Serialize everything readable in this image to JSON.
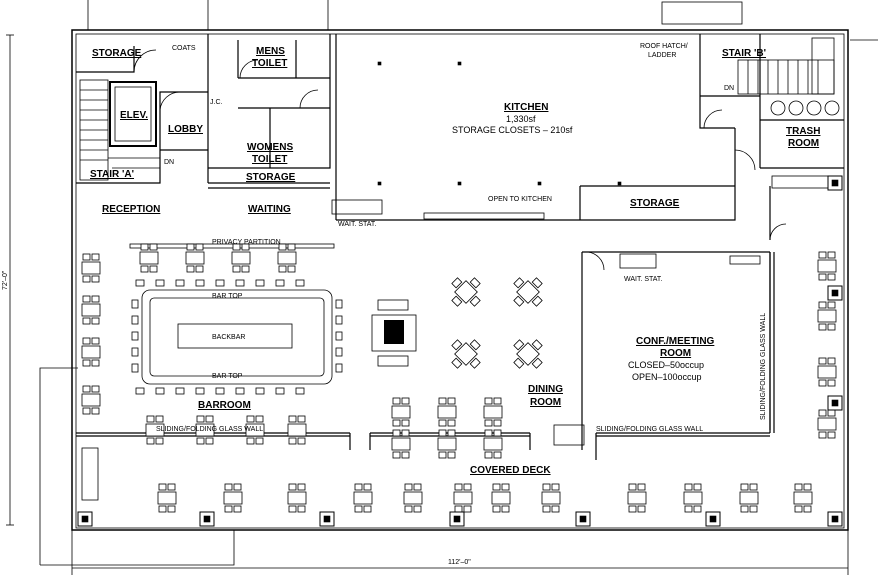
{
  "labels": {
    "storage_tl": "STORAGE",
    "coats": "COATS",
    "mens": "MENS",
    "mens_toilet": "TOILET",
    "womens": "WOMENS",
    "womens_toilet": "TOILET",
    "jc": "J.C.",
    "elev": "ELEV.",
    "lobby": "LOBBY",
    "stair_a": "STAIR 'A'",
    "dn_a": "DN",
    "storage_wait": "STORAGE",
    "waiting": "WAITING",
    "reception": "RECEPTION",
    "kitchen": "KITCHEN",
    "kitchen_area": "1,330sf",
    "storage_closets": "STORAGE CLOSETS  –  210sf",
    "open_to_kitchen": "OPEN TO KITCHEN",
    "wait_stat_1": "WAIT. STAT.",
    "storage_k": "STORAGE",
    "roof_hatch": "ROOF HATCH/",
    "ladder": "LADDER",
    "stair_b": "STAIR 'B'",
    "dn_b": "DN",
    "trash": "TRASH",
    "room": "ROOM",
    "privacy_partition": "PRIVACY PARTITION",
    "bar_top_1": "BAR TOP",
    "backbar": "BACKBAR",
    "bar_top_2": "BAR TOP",
    "barroom": "BARROOM",
    "wait_stat_2": "WAIT. STAT.",
    "conf_meeting": "CONF./MEETING",
    "conf_room": "ROOM",
    "closed_occ": "CLOSED–50occup",
    "open_occ": "OPEN–100occup",
    "dining": "DINING",
    "dining_room": "ROOM",
    "glass_wall_1": "SLIDING/FOLDING GLASS WALL",
    "glass_wall_2": "SLIDING/FOLDING GLASS WALL",
    "glass_wall_v": "SLIDING/FOLDING GLASS WALL",
    "covered_deck": "COVERED DECK",
    "dim_h": "112'–0\"",
    "dim_v": "72'–0\""
  }
}
